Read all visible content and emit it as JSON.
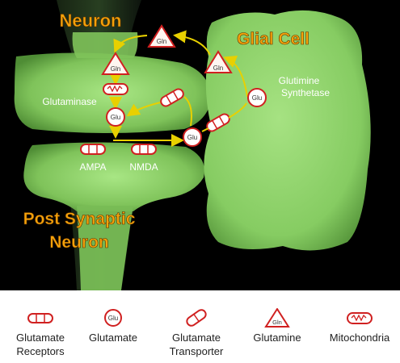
{
  "labels": {
    "neuron": "Neuron",
    "glial_cell": "Glial Cell",
    "post_synaptic": "Post Synaptic",
    "post_synaptic_2": "Neuron",
    "glutaminase": "Glutaminase",
    "synthetase_1": "Glutimine",
    "synthetase_2": "Synthetase",
    "ampa": "AMPA",
    "nmda": "NMDA"
  },
  "molecules": {
    "gln": "Gln",
    "glu": "Glu"
  },
  "legend": [
    {
      "icon": "receptor-icon",
      "label": "Glutamate\nReceptors"
    },
    {
      "icon": "glutamate-icon",
      "label": "Glutamate"
    },
    {
      "icon": "transporter-icon",
      "label": "Glutamate\nTransporter"
    },
    {
      "icon": "glutamine-icon",
      "label": "Glutamine"
    },
    {
      "icon": "mitochondria-icon",
      "label": "Mitochondria"
    }
  ],
  "colors": {
    "title_text": "#f5a20a",
    "cell_green": "#8ed46a",
    "arrow": "#e8d000",
    "marker_red": "#d02020",
    "background": "#000000"
  }
}
